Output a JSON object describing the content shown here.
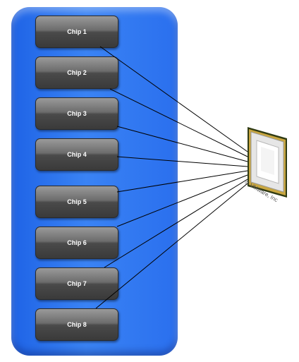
{
  "chips": [
    {
      "label": "Chip 1"
    },
    {
      "label": "Chip 2"
    },
    {
      "label": "Chip 3"
    },
    {
      "label": "Chip 4"
    },
    {
      "label": "Chip 5"
    },
    {
      "label": "Chip 6"
    },
    {
      "label": "Chip 7"
    },
    {
      "label": "Chip 8"
    }
  ],
  "processor": {
    "caption": "© VMware, Inc"
  }
}
